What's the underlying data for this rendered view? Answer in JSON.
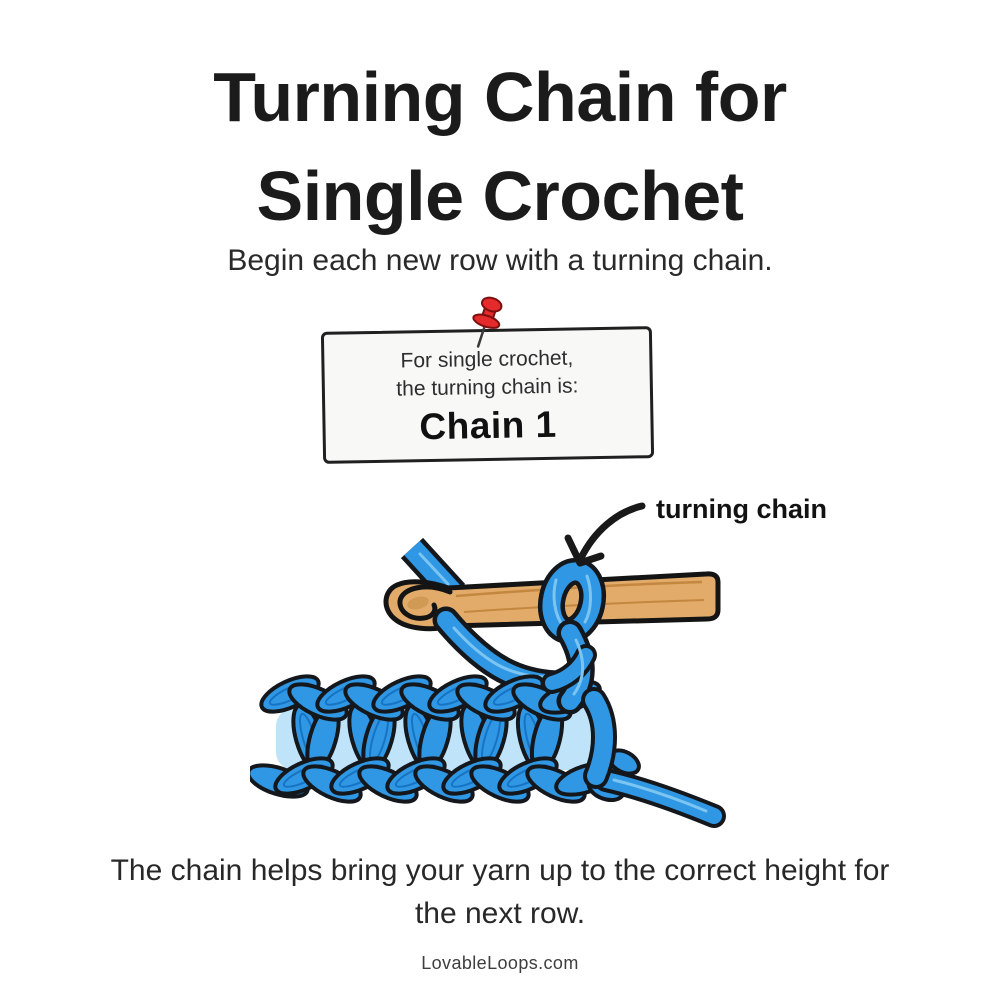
{
  "header": {
    "title_line1": "Turning Chain for",
    "title_line2": "Single Crochet",
    "subtitle": "Begin each new row with a turning chain."
  },
  "note": {
    "line1": "For single crochet,",
    "line2": "the turning chain is:",
    "value": "Chain 1",
    "pin_icon": "red-pushpin"
  },
  "illustration": {
    "label": "turning chain",
    "arrow_icon": "curved-arrow",
    "subject": "crochet hook with turning chain loop above a row of single crochet stitches",
    "colors": {
      "yarn_blue": "#2F97E3",
      "yarn_highlight": "#7CC5F2",
      "yarn_pale": "#BFE3F9",
      "outline": "#14181C",
      "hook_wood": "#E2AB69",
      "hook_shade": "#C3873F",
      "pin_red": "#E42A2A"
    }
  },
  "caption": {
    "text": "The chain helps bring your yarn up to the correct height for the next row."
  },
  "footer": {
    "site": "LovableLoops.com"
  }
}
